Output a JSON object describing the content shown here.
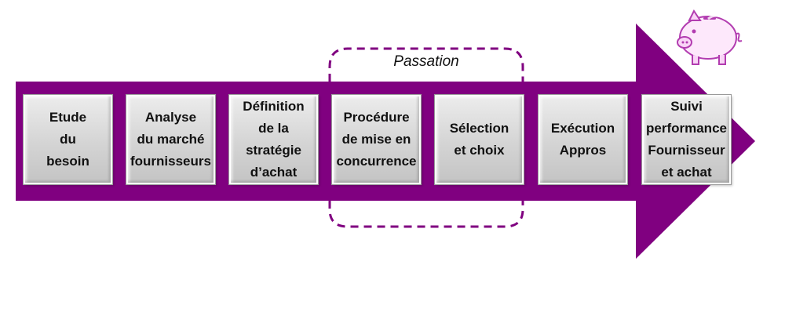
{
  "colors": {
    "arrow": "#800080",
    "dashed_frame": "#800080",
    "box_fill": "#d4d4d4",
    "text": "#111111"
  },
  "phase": {
    "label": "Passation"
  },
  "steps": [
    {
      "lines": [
        "Etude",
        "du",
        "besoin"
      ]
    },
    {
      "lines": [
        "Analyse",
        "du marché",
        "fournisseurs"
      ]
    },
    {
      "lines": [
        "Définition",
        "de la",
        "stratégie",
        "d’achat"
      ]
    },
    {
      "lines": [
        "Procédure",
        "de mise en",
        "concurrence"
      ]
    },
    {
      "lines": [
        "Sélection",
        "et choix"
      ]
    },
    {
      "lines": [
        "Exécution",
        "Appros"
      ]
    },
    {
      "lines": [
        "Suivi",
        "performance",
        "Fournisseur",
        "et achat"
      ]
    }
  ],
  "icons": {
    "mascot": "piggy-bank-icon"
  }
}
